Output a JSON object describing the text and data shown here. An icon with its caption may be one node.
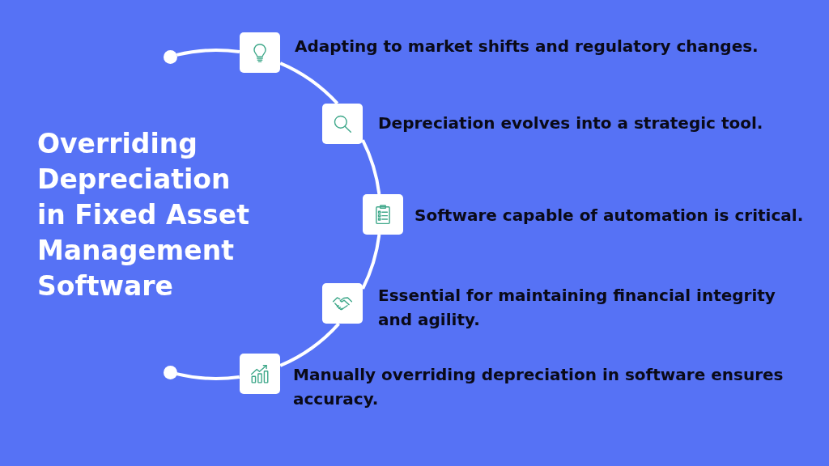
{
  "diagram": {
    "title": "Overriding Depreciation in Fixed Asset Management Software",
    "nodes": [
      {
        "text": [],
        "shape": "circle"
      },
      {
        "text": [],
        "shape": "box",
        "beside": [
          "Adapting to market shifts and regulatory changes."
        ]
      },
      {
        "text": [],
        "shape": "box",
        "beside": [
          "Depreciation evolves into a strategic tool."
        ]
      },
      {
        "text": [],
        "shape": "box",
        "beside": [
          "Software capable of automation is critical."
        ]
      },
      {
        "text": [],
        "shape": "box",
        "beside": [
          "Essential for maintaining financial integrity and agility."
        ]
      },
      {
        "text": [],
        "shape": "box",
        "beside": [
          "Manually overriding depreciation in software ensures accuracy."
        ]
      },
      {
        "text": [],
        "shape": "circle"
      }
    ],
    "edges": [
      {
        "from": 0,
        "to": 1,
        "arrow": "none"
      },
      {
        "from": 1,
        "to": 2,
        "arrow": "none"
      },
      {
        "from": 2,
        "to": 3,
        "arrow": "none"
      },
      {
        "from": 3,
        "to": 4,
        "arrow": "none"
      },
      {
        "from": 4,
        "to": 5,
        "arrow": "none"
      },
      {
        "from": 5,
        "to": 6,
        "arrow": "none"
      }
    ]
  }
}
